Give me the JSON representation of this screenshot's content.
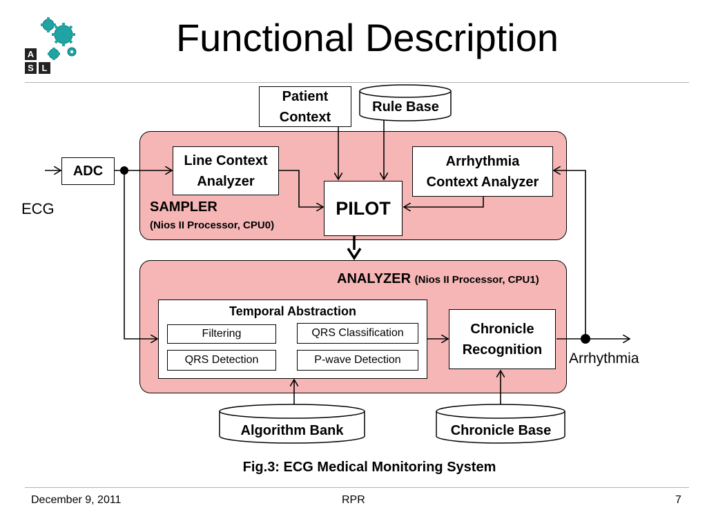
{
  "slide": {
    "title": "Functional Description",
    "caption": "Fig.3: ECG Medical Monitoring System"
  },
  "logo": {
    "letters": [
      "A",
      "S",
      "L"
    ],
    "gear_color": "#1fa3a3"
  },
  "diagram": {
    "adc": "ADC",
    "ecg_label": "ECG",
    "patient_context": [
      "Patient",
      "Context"
    ],
    "rule_base": "Rule Base",
    "line_context_analyzer": [
      "Line Context",
      "Analyzer"
    ],
    "arrhythmia_context_analyzer": [
      "Arrhythmia",
      "Context Analyzer"
    ],
    "pilot": "PILOT",
    "sampler": {
      "title": "SAMPLER",
      "subtitle": "(Nios II Processor, CPU0)"
    },
    "analyzer": {
      "title": "ANALYZER",
      "subtitle": "(Nios II Processor, CPU1)"
    },
    "temporal_abstraction": {
      "title": "Temporal Abstraction",
      "filtering": "Filtering",
      "qrs_detection": "QRS Detection",
      "qrs_classification": "QRS Classification",
      "p_wave_detection": "P-wave Detection"
    },
    "chronicle_recognition": [
      "Chronicle",
      "Recognition"
    ],
    "arrhythmia_output": "Arrhythmia",
    "algorithm_bank": "Algorithm Bank",
    "chronicle_base": "Chronicle Base",
    "colors": {
      "section_fill": "#f6b6b6",
      "box_fill": "#ffffff"
    }
  },
  "footer": {
    "date": "December 9, 2011",
    "center": "RPR",
    "page": "7"
  }
}
